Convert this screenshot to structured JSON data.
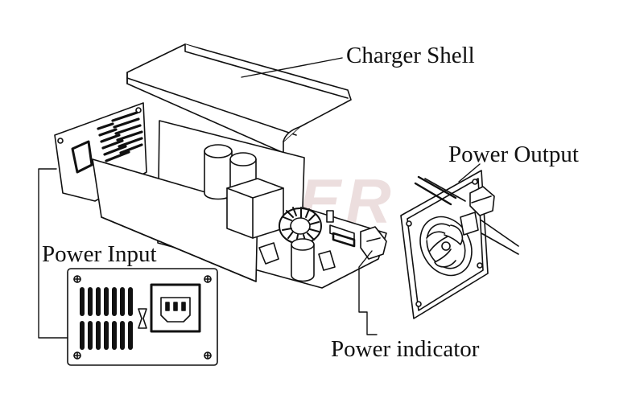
{
  "labels": {
    "charger_shell": "Charger Shell",
    "power_output": "Power Output",
    "power_input": "Power Input",
    "power_indicator": "Power indicator"
  },
  "watermark": "OWER",
  "colors": {
    "line": "#111111",
    "background": "#ffffff",
    "watermark": "#ecdede"
  }
}
